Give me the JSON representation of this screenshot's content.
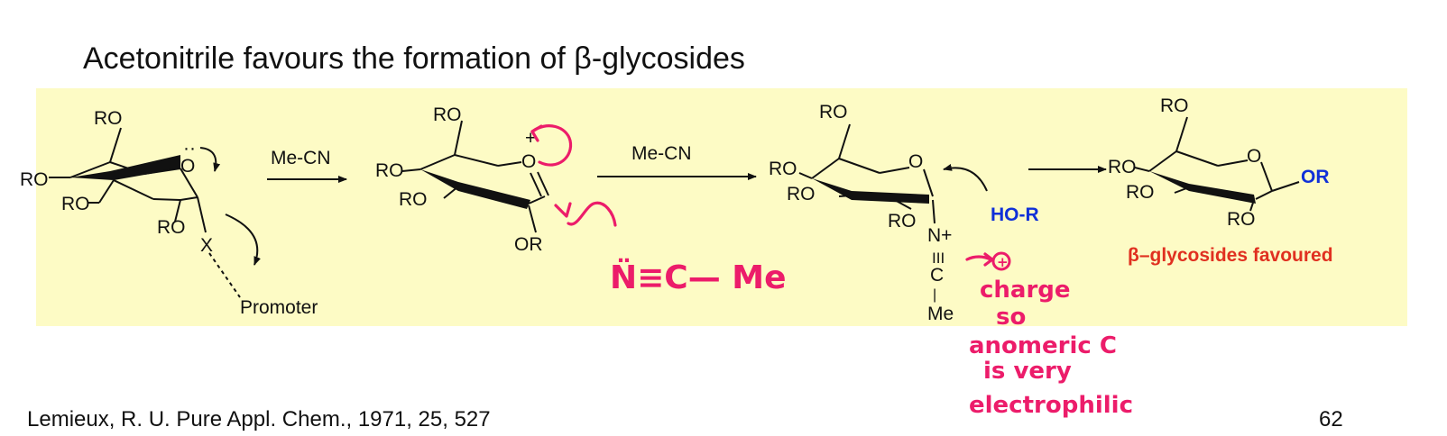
{
  "slide": {
    "title": "Acetonitrile favours the formation of β-glycosides",
    "citation": "Lemieux, R. U. Pure Appl. Chem., 1971, 25, 527",
    "page_number": "62"
  },
  "scheme": {
    "substituent": "RO",
    "ring_oxygen": "O",
    "leaving_group": "X",
    "lone_pair": "··",
    "promoter": "Promoter",
    "reagent_1": "Me-CN",
    "reagent_2": "Me-CN",
    "plus_charge": "+",
    "or_group": "OR",
    "nitrilium_n": "N+",
    "triple_bond": "III",
    "nitrilium_c": "C",
    "bond_dash": "|",
    "nitrilium_me": "Me",
    "nucleophile": "HO-R",
    "product_or": "OR",
    "product_caption": "β–glycosides favoured"
  },
  "annotations": {
    "nitrile_note": "N̈≡C— Me",
    "plus_circle": "+",
    "note_lines": [
      "charge",
      "so",
      "anomeric C",
      "is very",
      "electrophilic"
    ]
  },
  "colors": {
    "panel": "#fdfbc5",
    "ink": "#ec1c6a",
    "blue_label": "#1030d8",
    "red_label": "#e03020"
  }
}
